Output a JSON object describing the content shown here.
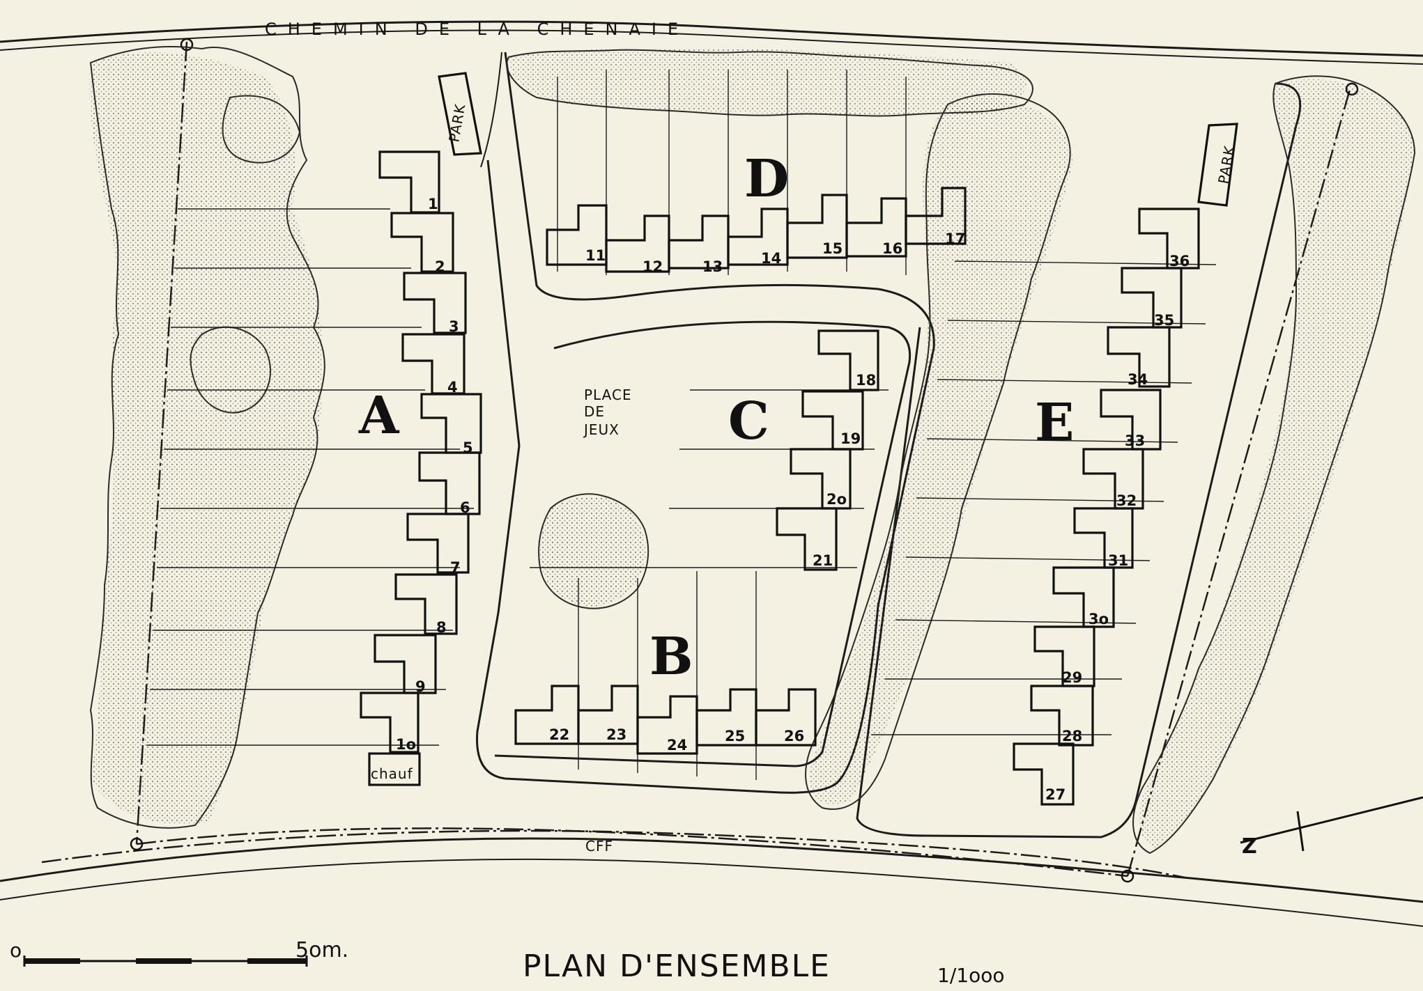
{
  "map": {
    "road_top": "CHEMIN DE LA CHENAIE",
    "railway": "CFF",
    "park_label": "PARK",
    "playground": [
      "PLACE",
      "DE",
      "JEUX"
    ],
    "boiler_label": "chauf",
    "north_arrow": "Z",
    "title": "PLAN D'ENSEMBLE",
    "scale": "1/1ooo",
    "scale_bar": {
      "start": "o",
      "end": "5om."
    },
    "sectors": [
      "A",
      "B",
      "C",
      "D",
      "E"
    ],
    "houses": {
      "A": [
        "1",
        "2",
        "3",
        "4",
        "5",
        "6",
        "7",
        "8",
        "9",
        "1o"
      ],
      "D": [
        "11",
        "12",
        "13",
        "14",
        "15",
        "16",
        "17"
      ],
      "C": [
        "18",
        "19",
        "2o",
        "21"
      ],
      "B": [
        "22",
        "23",
        "24",
        "25",
        "26"
      ],
      "E": [
        "27",
        "28",
        "29",
        "3o",
        "31",
        "32",
        "33",
        "34",
        "35",
        "36"
      ]
    }
  }
}
